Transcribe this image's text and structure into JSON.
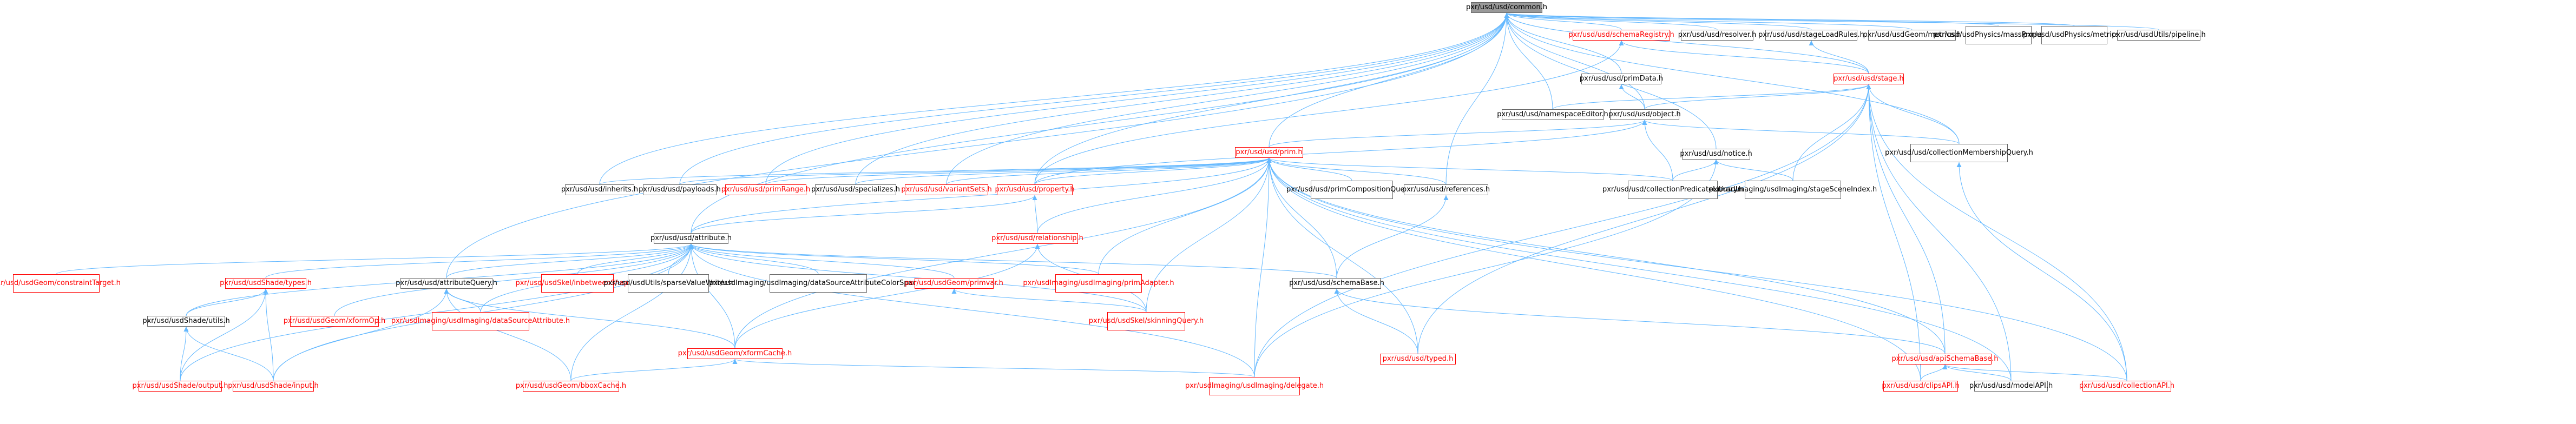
{
  "colors": {
    "edge": "#63b8ff",
    "border_normal": "#666666",
    "border_red": "#ff0000",
    "root_fill": "#999999"
  },
  "nodes": [
    {
      "id": "common",
      "label": "pxr/usd/usd/common.h",
      "style": "root"
    },
    {
      "id": "schemaRegistry",
      "label": "pxr/usd/usd/schemaRegistry.h",
      "style": "red"
    },
    {
      "id": "resolver",
      "label": "pxr/usd/usd/resolver.h",
      "style": "normal"
    },
    {
      "id": "stageLoadRules",
      "label": "pxr/usd/usd/stageLoadRules.h",
      "style": "normal"
    },
    {
      "id": "usdGeomMetrics",
      "label": "pxr/usd/usdGeom/metrics.h",
      "style": "normal"
    },
    {
      "id": "massProperties",
      "label": "pxr/usd/usdPhysics/massProperties.h",
      "style": "normal"
    },
    {
      "id": "physicsMetrics",
      "label": "pxr/usd/usdPhysics/metrics.h",
      "style": "normal"
    },
    {
      "id": "pipeline",
      "label": "pxr/usd/usdUtils/pipeline.h",
      "style": "normal"
    },
    {
      "id": "primData",
      "label": "pxr/usd/usd/primData.h",
      "style": "normal"
    },
    {
      "id": "stage",
      "label": "pxr/usd/usd/stage.h",
      "style": "red"
    },
    {
      "id": "namespaceEditor",
      "label": "pxr/usd/usd/namespaceEditor.h",
      "style": "normal"
    },
    {
      "id": "object",
      "label": "pxr/usd/usd/object.h",
      "style": "normal"
    },
    {
      "id": "prim",
      "label": "pxr/usd/usd/prim.h",
      "style": "red"
    },
    {
      "id": "notice",
      "label": "pxr/usd/usd/notice.h",
      "style": "normal"
    },
    {
      "id": "collectionMembershipQuery",
      "label": "pxr/usd/usd/collectionMembershipQuery.h",
      "style": "normal"
    },
    {
      "id": "inherits",
      "label": "pxr/usd/usd/inherits.h",
      "style": "normal"
    },
    {
      "id": "payloads",
      "label": "pxr/usd/usd/payloads.h",
      "style": "normal"
    },
    {
      "id": "primRange",
      "label": "pxr/usd/usd/primRange.h",
      "style": "red"
    },
    {
      "id": "specializes",
      "label": "pxr/usd/usd/specializes.h",
      "style": "normal"
    },
    {
      "id": "variantSets",
      "label": "pxr/usd/usd/variantSets.h",
      "style": "red"
    },
    {
      "id": "property",
      "label": "pxr/usd/usd/property.h",
      "style": "red"
    },
    {
      "id": "primCompositionQuery",
      "label": "pxr/usd/usd/primCompositionQuery.h",
      "style": "normal"
    },
    {
      "id": "references",
      "label": "pxr/usd/usd/references.h",
      "style": "normal"
    },
    {
      "id": "collectionPredicateLibrary",
      "label": "pxr/usd/usd/collectionPredicateLibrary.h",
      "style": "normal"
    },
    {
      "id": "stageSceneIndex",
      "label": "pxr/usdImaging/usdImaging/stageSceneIndex.h",
      "style": "normal"
    },
    {
      "id": "attribute",
      "label": "pxr/usd/usd/attribute.h",
      "style": "normal"
    },
    {
      "id": "relationship",
      "label": "pxr/usd/usd/relationship.h",
      "style": "red"
    },
    {
      "id": "constraintTarget",
      "label": "pxr/usd/usdGeom/constraintTarget.h",
      "style": "red"
    },
    {
      "id": "shadeTypes",
      "label": "pxr/usd/usdShade/types.h",
      "style": "red"
    },
    {
      "id": "attributeQuery",
      "label": "pxr/usd/usd/attributeQuery.h",
      "style": "normal"
    },
    {
      "id": "inbetweenShape",
      "label": "pxr/usd/usdSkel/inbetweenShape.h",
      "style": "red"
    },
    {
      "id": "sparseValueWriter",
      "label": "pxr/usd/usdUtils/sparseValueWriter.h",
      "style": "normal"
    },
    {
      "id": "dsAttrColorSpace",
      "label": "pxr/usdImaging/usdImaging/dataSourceAttributeColorSpace.h",
      "style": "normal"
    },
    {
      "id": "primvar",
      "label": "pxr/usd/usdGeom/primvar.h",
      "style": "red"
    },
    {
      "id": "primAdapter",
      "label": "pxr/usdImaging/usdImaging/primAdapter.h",
      "style": "red"
    },
    {
      "id": "schemaBase",
      "label": "pxr/usd/usd/schemaBase.h",
      "style": "normal"
    },
    {
      "id": "shadeUtils",
      "label": "pxr/usd/usdShade/utils.h",
      "style": "normal"
    },
    {
      "id": "xformOp",
      "label": "pxr/usd/usdGeom/xformOp.h",
      "style": "red"
    },
    {
      "id": "dsAttribute",
      "label": "pxr/usdImaging/usdImaging/dataSourceAttribute.h",
      "style": "red"
    },
    {
      "id": "xformCache",
      "label": "pxr/usd/usdGeom/xformCache.h",
      "style": "red"
    },
    {
      "id": "skinningQuery",
      "label": "pxr/usd/usdSkel/skinningQuery.h",
      "style": "red"
    },
    {
      "id": "typed",
      "label": "pxr/usd/usd/typed.h",
      "style": "red"
    },
    {
      "id": "apiSchemaBase",
      "label": "pxr/usd/usd/apiSchemaBase.h",
      "style": "red"
    },
    {
      "id": "shadeOutput",
      "label": "pxr/usd/usdShade/output.h",
      "style": "red"
    },
    {
      "id": "shadeInput",
      "label": "pxr/usd/usdShade/input.h",
      "style": "red"
    },
    {
      "id": "bboxCache",
      "label": "pxr/usd/usdGeom/bboxCache.h",
      "style": "red"
    },
    {
      "id": "delegate",
      "label": "pxr/usdImaging/usdImaging/delegate.h",
      "style": "red"
    },
    {
      "id": "clipsAPI",
      "label": "pxr/usd/usd/clipsAPI.h",
      "style": "red"
    },
    {
      "id": "modelAPI",
      "label": "pxr/usd/usd/modelAPI.h",
      "style": "normal"
    },
    {
      "id": "collectionAPI",
      "label": "pxr/usd/usd/collectionAPI.h",
      "style": "red"
    }
  ],
  "edges": [
    [
      "schemaRegistry",
      "common"
    ],
    [
      "resolver",
      "common"
    ],
    [
      "stageLoadRules",
      "common"
    ],
    [
      "usdGeomMetrics",
      "common"
    ],
    [
      "massProperties",
      "common"
    ],
    [
      "physicsMetrics",
      "common"
    ],
    [
      "pipeline",
      "common"
    ],
    [
      "primData",
      "common"
    ],
    [
      "stage",
      "common"
    ],
    [
      "namespaceEditor",
      "common"
    ],
    [
      "object",
      "common"
    ],
    [
      "prim",
      "common"
    ],
    [
      "notice",
      "common"
    ],
    [
      "collectionMembershipQuery",
      "common"
    ],
    [
      "inherits",
      "common"
    ],
    [
      "payloads",
      "common"
    ],
    [
      "primRange",
      "common"
    ],
    [
      "specializes",
      "common"
    ],
    [
      "variantSets",
      "common"
    ],
    [
      "property",
      "common"
    ],
    [
      "references",
      "common"
    ],
    [
      "attribute",
      "common"
    ],
    [
      "attributeQuery",
      "common"
    ],
    [
      "stage",
      "schemaRegistry"
    ],
    [
      "property",
      "schemaRegistry"
    ],
    [
      "stage",
      "stageLoadRules"
    ],
    [
      "object",
      "primData"
    ],
    [
      "namespaceEditor",
      "stage"
    ],
    [
      "object",
      "stage"
    ],
    [
      "collectionMembershipQuery",
      "stage"
    ],
    [
      "stageSceneIndex",
      "stage"
    ],
    [
      "typed",
      "stage"
    ],
    [
      "apiSchemaBase",
      "stage"
    ],
    [
      "clipsAPI",
      "stage"
    ],
    [
      "modelAPI",
      "stage"
    ],
    [
      "collectionAPI",
      "stage"
    ],
    [
      "delegate",
      "stage"
    ],
    [
      "prim",
      "object"
    ],
    [
      "property",
      "object"
    ],
    [
      "collectionPredicateLibrary",
      "object"
    ],
    [
      "collectionMembershipQuery",
      "object"
    ],
    [
      "collectionPredicateLibrary",
      "notice"
    ],
    [
      "stageSceneIndex",
      "notice"
    ],
    [
      "delegate",
      "notice"
    ],
    [
      "collectionAPI",
      "collectionMembershipQuery"
    ],
    [
      "inherits",
      "prim"
    ],
    [
      "payloads",
      "prim"
    ],
    [
      "primRange",
      "prim"
    ],
    [
      "specializes",
      "prim"
    ],
    [
      "variantSets",
      "prim"
    ],
    [
      "property",
      "prim"
    ],
    [
      "primCompositionQuery",
      "prim"
    ],
    [
      "references",
      "prim"
    ],
    [
      "collectionPredicateLibrary",
      "prim"
    ],
    [
      "attribute",
      "prim"
    ],
    [
      "relationship",
      "prim"
    ],
    [
      "schemaBase",
      "prim"
    ],
    [
      "typed",
      "prim"
    ],
    [
      "apiSchemaBase",
      "prim"
    ],
    [
      "clipsAPI",
      "prim"
    ],
    [
      "modelAPI",
      "prim"
    ],
    [
      "collectionAPI",
      "prim"
    ],
    [
      "delegate",
      "prim"
    ],
    [
      "primAdapter",
      "prim"
    ],
    [
      "xformCache",
      "prim"
    ],
    [
      "skinningQuery",
      "prim"
    ],
    [
      "attribute",
      "property"
    ],
    [
      "relationship",
      "property"
    ],
    [
      "schemaBase",
      "references"
    ],
    [
      "constraintTarget",
      "attribute"
    ],
    [
      "shadeTypes",
      "attribute"
    ],
    [
      "attributeQuery",
      "attribute"
    ],
    [
      "inbetweenShape",
      "attribute"
    ],
    [
      "sparseValueWriter",
      "attribute"
    ],
    [
      "dsAttrColorSpace",
      "attribute"
    ],
    [
      "primvar",
      "attribute"
    ],
    [
      "primAdapter",
      "attribute"
    ],
    [
      "schemaBase",
      "attribute"
    ],
    [
      "shadeUtils",
      "attribute"
    ],
    [
      "xformOp",
      "attribute"
    ],
    [
      "dsAttribute",
      "attribute"
    ],
    [
      "xformCache",
      "attribute"
    ],
    [
      "skinningQuery",
      "attribute"
    ],
    [
      "shadeOutput",
      "attribute"
    ],
    [
      "shadeInput",
      "attribute"
    ],
    [
      "bboxCache",
      "attribute"
    ],
    [
      "delegate",
      "attribute"
    ],
    [
      "apiSchemaBase",
      "schemaBase"
    ],
    [
      "typed",
      "schemaBase"
    ],
    [
      "skinningQuery",
      "relationship"
    ],
    [
      "xformCache",
      "relationship"
    ],
    [
      "shadeUtils",
      "shadeTypes"
    ],
    [
      "shadeOutput",
      "shadeTypes"
    ],
    [
      "shadeInput",
      "shadeTypes"
    ],
    [
      "xformCache",
      "attributeQuery"
    ],
    [
      "dsAttribute",
      "attributeQuery"
    ],
    [
      "bboxCache",
      "attributeQuery"
    ],
    [
      "shadeInput",
      "attributeQuery"
    ],
    [
      "skinningQuery",
      "primvar"
    ],
    [
      "shadeOutput",
      "shadeUtils"
    ],
    [
      "shadeInput",
      "shadeUtils"
    ],
    [
      "bboxCache",
      "xformCache"
    ],
    [
      "delegate",
      "xformCache"
    ],
    [
      "clipsAPI",
      "apiSchemaBase"
    ],
    [
      "modelAPI",
      "apiSchemaBase"
    ],
    [
      "collectionAPI",
      "apiSchemaBase"
    ]
  ]
}
